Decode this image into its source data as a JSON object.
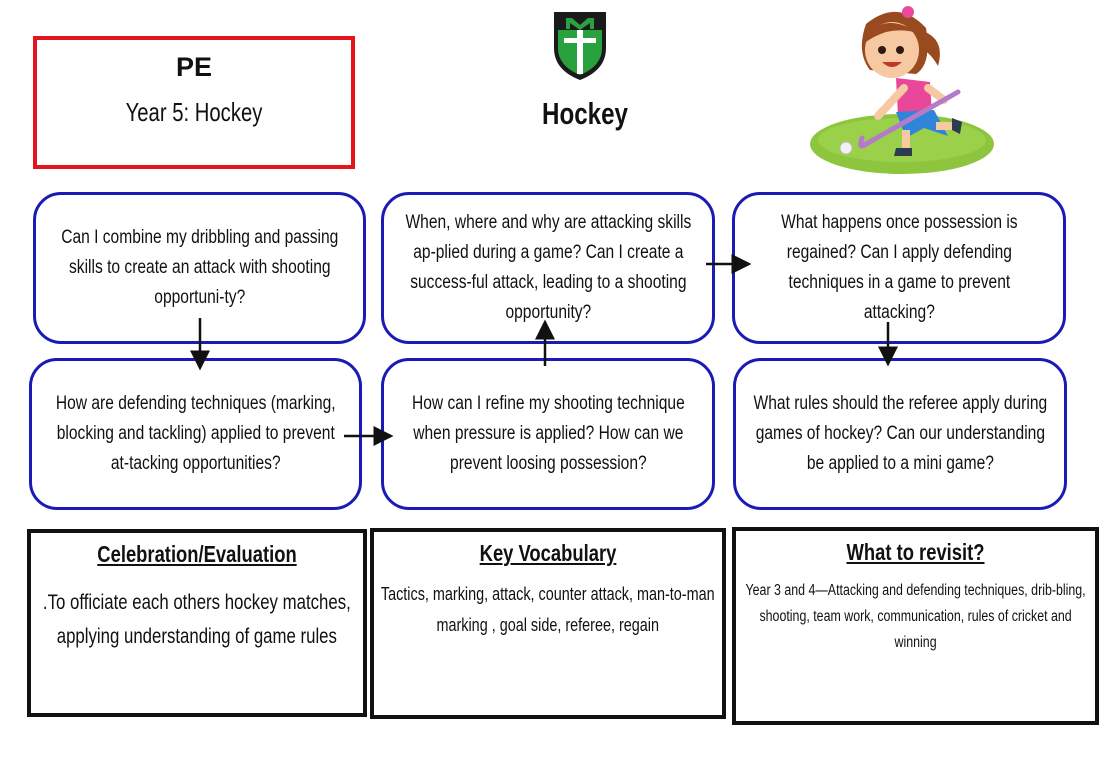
{
  "header": {
    "subject": "PE",
    "topic": "Year 5: Hockey",
    "page_title": "Hockey"
  },
  "questions": [
    "Can I combine my dribbling and passing skills to create an attack with shooting opportuni-ty?",
    "When, where and why are attacking skills ap-plied during a game? Can I create a success-ful attack, leading to a shooting opportunity?",
    "What happens once possession is regained? Can I apply defending techniques in a game to prevent attacking?",
    "How are defending techniques (marking, blocking and tackling) applied to prevent at-tacking opportunities?",
    "How can I refine my shooting technique when pressure is applied? How can we prevent loosing possession?",
    "What rules should the referee apply during games of hockey? Can our understanding be applied to a mini game?"
  ],
  "panels": {
    "celebration": {
      "title": "Celebration/Evaluation",
      "text": ".To officiate each others hockey matches, applying understanding of game rules"
    },
    "vocabulary": {
      "title": "Key Vocabulary",
      "text": "Tactics, marking, attack, counter attack, man-to-man marking , goal side, referee, regain"
    },
    "revisit": {
      "title": "What to revisit?",
      "text": "Year 3 and 4—Attacking and defending techniques, drib-bling, shooting, team work, communication, rules of cricket and winning"
    }
  },
  "colors": {
    "title_border": "#e3141b",
    "question_border": "#1c1ab5",
    "crest_green": "#1f9a3a"
  },
  "icons": [
    "school-crest-icon",
    "hockey-girl-illustration",
    "flow-arrow-icon"
  ]
}
